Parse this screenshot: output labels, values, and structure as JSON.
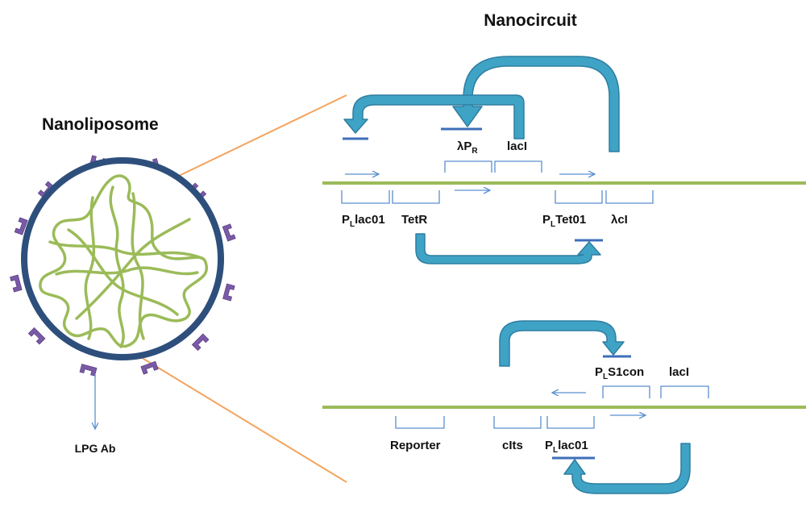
{
  "titles": {
    "nanoliposome": "Nanoliposome",
    "nanocircuit": "Nanocircuit",
    "antibody": "LPG Ab"
  },
  "circuit1": {
    "lambda_pr": {
      "main": "λP",
      "sub": "R"
    },
    "laci_top": "lacI",
    "plac01": {
      "p": "P",
      "sub": "L",
      "rest": "lac01"
    },
    "tetr": "TetR",
    "ptet01": {
      "p": "P",
      "sub": "L",
      "rest": "Tet01"
    },
    "lambda_ci": "λcI"
  },
  "circuit2": {
    "ps1con": {
      "p": "P",
      "sub": "L",
      "rest": "S1con"
    },
    "laci": "lacI",
    "reporter": "Reporter",
    "clts": "cIts",
    "plac01": {
      "p": "P",
      "sub": "L",
      "rest": "lac01"
    }
  },
  "colors": {
    "dna": "#9bbb59",
    "membrane": "#2e4f7c",
    "ligand": "#7a5aa6",
    "arrow_fill": "#3fa3c6",
    "arrow_stroke": "#2f7ea0",
    "bracket": "#5b8fd0",
    "bar": "#3d6fb8",
    "zoom_line": "#f4a460"
  }
}
